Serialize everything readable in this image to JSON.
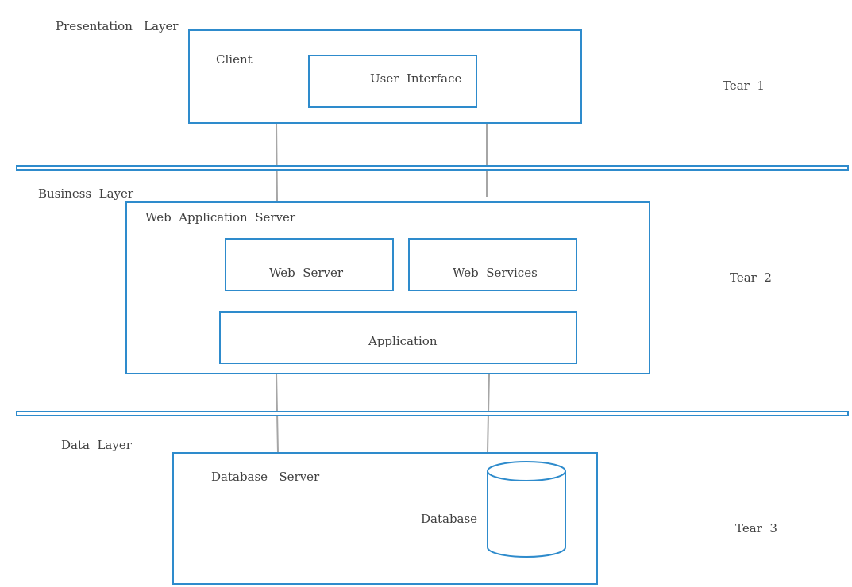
{
  "layers": {
    "presentation": "Presentation   Layer",
    "business": "Business  Layer",
    "data": "Data  Layer"
  },
  "tiers": {
    "t1": "Tear  1",
    "t2": "Tear  2",
    "t3": "Tear  3"
  },
  "presentation": {
    "client": "Client",
    "user_interface": "User  Interface"
  },
  "business": {
    "web_app_server": "Web  Application  Server",
    "web_server": "Web  Server",
    "web_services": "Web  Services",
    "application": "Application"
  },
  "data": {
    "db_server": "Database   Server",
    "database": "Database"
  },
  "colors": {
    "accent": "#2e8bcc",
    "connector": "#a6a6a6",
    "text": "#404040"
  }
}
